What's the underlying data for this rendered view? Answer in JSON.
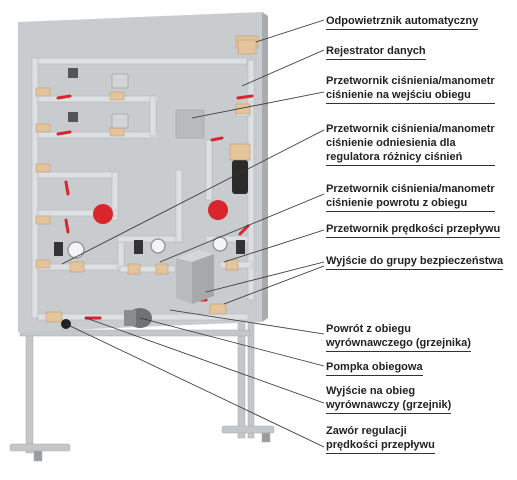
{
  "labels": {
    "air_vent": "Odpowietrznik automatyczny",
    "data_logger": "Rejestrator danych",
    "pt_inlet": [
      "Przetwornik ciśnienia/manometr",
      "ciśnienie na wejściu obiegu"
    ],
    "pt_reference": [
      "Przetwornik ciśnienia/manometr",
      "ciśnienie odniesienia dla",
      "regulatora różnicy ciśnień"
    ],
    "pt_return": [
      "Przetwornik ciśnienia/manometr",
      "ciśnienie powrotu z obiegu"
    ],
    "flow_transducer": "Przetwornik prędkości przepływu",
    "safety_outlet": "Wyjście do grupy bezpieczeństwa",
    "return_expansion": [
      "Powrót z obiegu",
      "wyrównawczego (grzejnika)"
    ],
    "pump": "Pompka obiegowa",
    "outlet_expansion": [
      "Wyjście na obieg",
      "wyrównawczy (grzejnik)"
    ],
    "flow_valve": [
      "Zawór regulacji",
      "prędkości przepływu"
    ]
  },
  "colors": {
    "panel": "#c9ccce",
    "pipe": "#d9dcdf",
    "fitting": "#e8c9a0",
    "red": "#d8262c",
    "frame": "#b9bcc0",
    "leader": "#333333"
  }
}
